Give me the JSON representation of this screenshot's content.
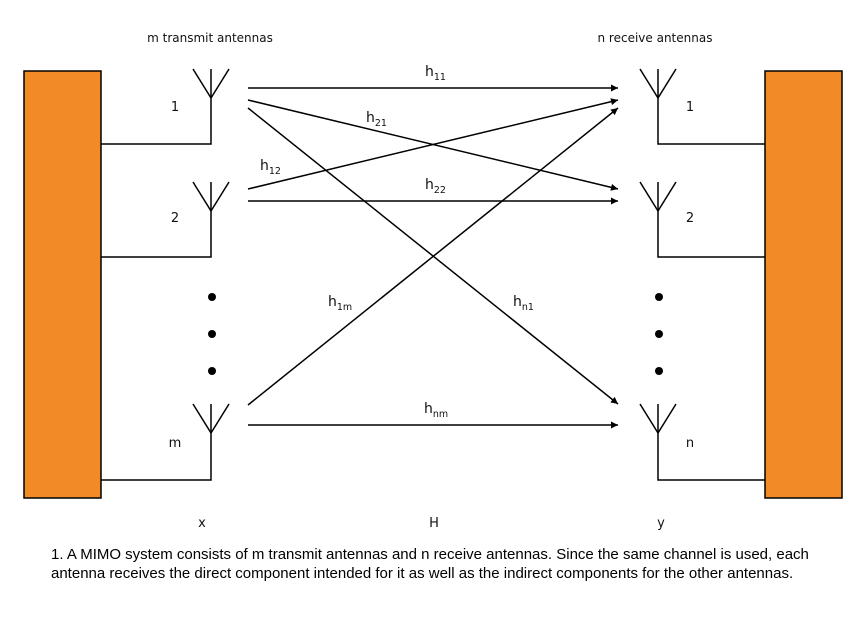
{
  "headers": {
    "transmit": "m transmit antennas",
    "receive": "n receive antennas"
  },
  "transmit_labels": [
    "1",
    "2",
    "m"
  ],
  "receive_labels": [
    "1",
    "2",
    "n"
  ],
  "channels": [
    {
      "base": "h",
      "sub": "11"
    },
    {
      "base": "h",
      "sub": "21"
    },
    {
      "base": "h",
      "sub": "12"
    },
    {
      "base": "h",
      "sub": "22"
    },
    {
      "base": "h",
      "sub": "1m"
    },
    {
      "base": "h",
      "sub": "n1"
    },
    {
      "base": "h",
      "sub": "nm"
    }
  ],
  "bottom_labels": {
    "x": "x",
    "H": "H",
    "y": "y"
  },
  "caption": "1. A MIMO system consists of m transmit antennas and n receive antennas. Since the same channel is used, each antenna receives the direct component intended for it as well as the indirect components for the other antennas.",
  "colors": {
    "block": "#F28A25",
    "line": "#000000"
  }
}
